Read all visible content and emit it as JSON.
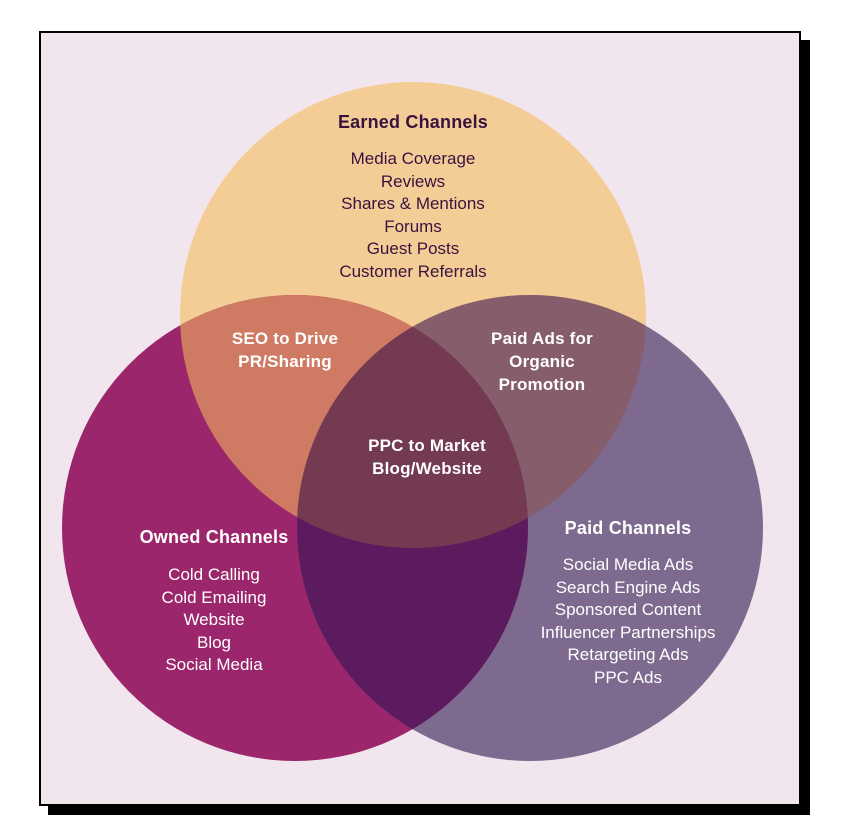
{
  "colors": {
    "page_bg": "#ffffff",
    "card_bg": "#f2e6ee",
    "card_border": "#000000",
    "earned_circle": "#f4cd96",
    "owned_circle": "#9c266b",
    "paid_circle": "#7d6a8e",
    "earned_owned_overlap": "#cf7a63",
    "earned_paid_overlap": "#855d6b",
    "owned_paid_overlap": "#5b1b5e",
    "center_overlap": "#733a52",
    "dark_text": "#3a1240",
    "light_text": "#ffffff"
  },
  "circles": {
    "earned": {
      "title": "Earned Channels",
      "items": [
        "Media Coverage",
        "Reviews",
        "Shares & Mentions",
        "Forums",
        "Guest Posts",
        "Customer Referrals"
      ]
    },
    "owned": {
      "title": "Owned Channels",
      "items": [
        "Cold Calling",
        "Cold Emailing",
        "Website",
        "Blog",
        "Social Media"
      ]
    },
    "paid": {
      "title": "Paid Channels",
      "items": [
        "Social Media Ads",
        "Search Engine Ads",
        "Sponsored Content",
        "Influencer Partnerships",
        "Retargeting Ads",
        "PPC Ads"
      ]
    }
  },
  "overlaps": {
    "earned_owned": {
      "lines": [
        "SEO to Drive",
        "PR/Sharing"
      ]
    },
    "earned_paid": {
      "lines": [
        "Paid Ads for",
        "Organic",
        "Promotion"
      ]
    },
    "center": {
      "lines": [
        "PPC to Market",
        "Blog/Website"
      ]
    }
  }
}
